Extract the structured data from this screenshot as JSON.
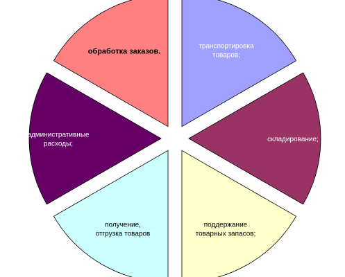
{
  "diagram": {
    "type": "exploded-pie",
    "segments": [
      {
        "id": "transport",
        "lines": [
          "транспортировка",
          "товаров;"
        ],
        "color": "#A0A0FF",
        "text_color": "#ffffff",
        "emphasis": false
      },
      {
        "id": "storage",
        "lines": [
          "складирование;"
        ],
        "color": "#993366",
        "text_color": "#ffffff",
        "emphasis": false
      },
      {
        "id": "inventory",
        "lines": [
          "поддержание",
          "товарных запасов;"
        ],
        "color": "#FFFFCC",
        "text_color": "#000000",
        "emphasis": false
      },
      {
        "id": "receiving",
        "lines": [
          "получение,",
          "отгрузка товаров"
        ],
        "color": "#CCFFFF",
        "text_color": "#000000",
        "emphasis": false
      },
      {
        "id": "admin",
        "lines": [
          "административные",
          "расходы;"
        ],
        "color": "#660066",
        "text_color": "#ffffff",
        "emphasis": false
      },
      {
        "id": "orders",
        "lines": [
          "обработка заказов."
        ],
        "color": "#FF8080",
        "text_color": "#000000",
        "emphasis": true
      }
    ]
  }
}
